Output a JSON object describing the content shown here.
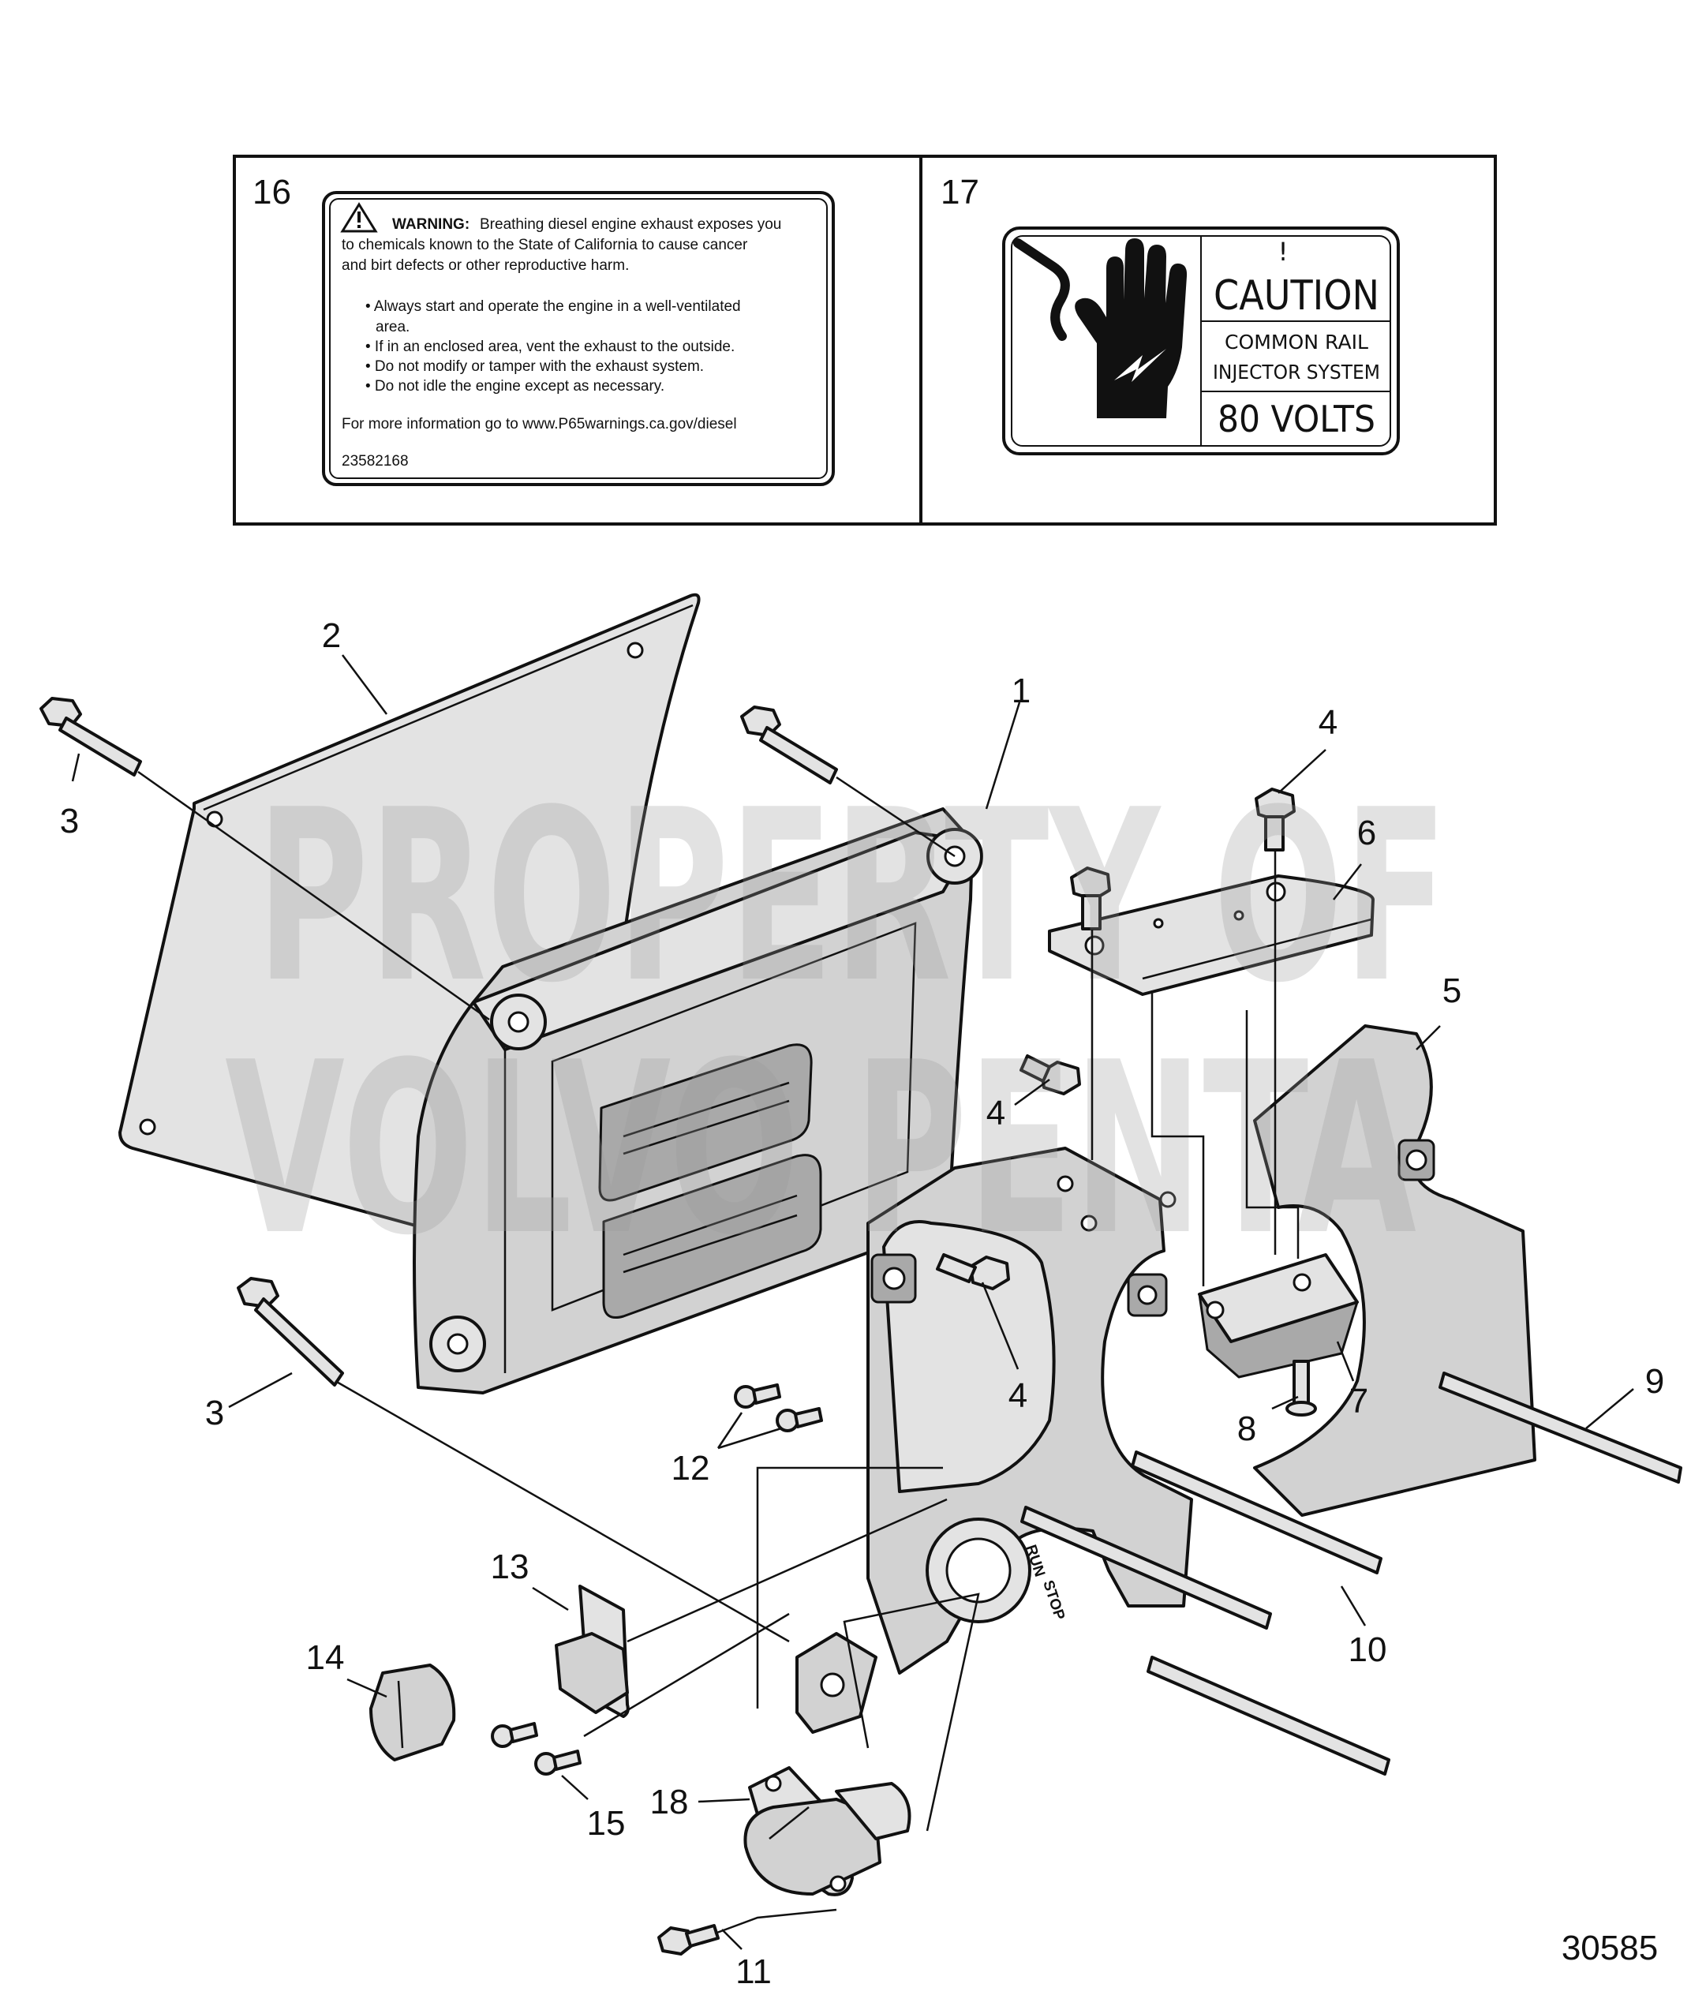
{
  "label_16": {
    "index": "16",
    "warning_title": "WARNING:",
    "line1_rest": "Breathing diesel engine exhaust exposes you",
    "line2": "to chemicals known to the State of California to cause cancer",
    "line3": "and birt defects or other reproductive harm.",
    "bullets": [
      "• Always start and operate the engine in a well-ventilated",
      "area.",
      "• If in an enclosed area, vent the exhaust to the outside.",
      "• Do not modify or tamper with the exhaust system.",
      "• Do not idle the engine except as necessary."
    ],
    "more_info": "For more information go to www.P65warnings.ca.gov/diesel",
    "code": "23582168",
    "icon": "warning-triangle-icon"
  },
  "label_17": {
    "index": "17",
    "exclamation": "!",
    "caution": "CAUTION",
    "line1": "COMMON RAIL",
    "line2": "INJECTOR SYSTEM",
    "line3": "80  VOLTS",
    "icon": "electric-shock-hand-icon"
  },
  "watermark": {
    "line1": "PROPERTY OF",
    "line2": "VOLVO PENTA"
  },
  "callouts": [
    {
      "id": "c1",
      "text": "1"
    },
    {
      "id": "c2",
      "text": "2"
    },
    {
      "id": "c3a",
      "text": "3"
    },
    {
      "id": "c3b",
      "text": "3"
    },
    {
      "id": "c4a",
      "text": "4"
    },
    {
      "id": "c4b",
      "text": "4"
    },
    {
      "id": "c4c",
      "text": "4"
    },
    {
      "id": "c5",
      "text": "5"
    },
    {
      "id": "c6",
      "text": "6"
    },
    {
      "id": "c7",
      "text": "7"
    },
    {
      "id": "c8",
      "text": "8"
    },
    {
      "id": "c9",
      "text": "9"
    },
    {
      "id": "c10",
      "text": "10"
    },
    {
      "id": "c11",
      "text": "11"
    },
    {
      "id": "c12",
      "text": "12"
    },
    {
      "id": "c13",
      "text": "13"
    },
    {
      "id": "c14",
      "text": "14"
    },
    {
      "id": "c15",
      "text": "15"
    },
    {
      "id": "c18",
      "text": "18"
    }
  ],
  "switch_labels": {
    "run": "RUN",
    "stop": "STOP"
  },
  "drawing_number": "30585",
  "colors": {
    "part_fill": "#d2d2d2",
    "outline": "#111111",
    "watermark": "#9a9a9a"
  }
}
